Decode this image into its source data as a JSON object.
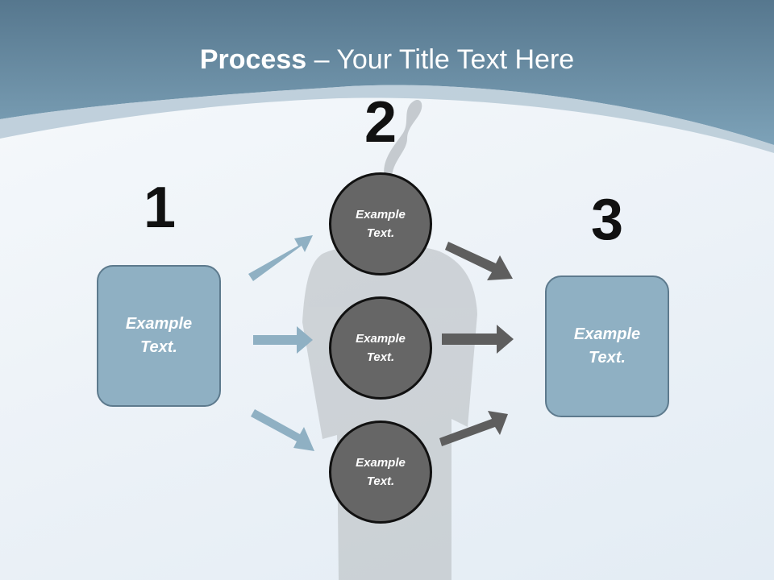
{
  "title": {
    "bold": "Process",
    "rest": " – Your Title Text Here"
  },
  "steps": {
    "one": {
      "number": "1",
      "text": "Example\nText."
    },
    "two": {
      "number": "2",
      "circles": [
        "Example\nText.",
        "Example\nText.",
        "Example\nText."
      ]
    },
    "three": {
      "number": "3",
      "text": "Example\nText."
    }
  },
  "colors": {
    "header": "#5f879f",
    "box_fill": "#8fb0c3",
    "circle_fill": "#666666",
    "arrow_in": "#8fb0c3",
    "arrow_out": "#5e5e5e"
  }
}
